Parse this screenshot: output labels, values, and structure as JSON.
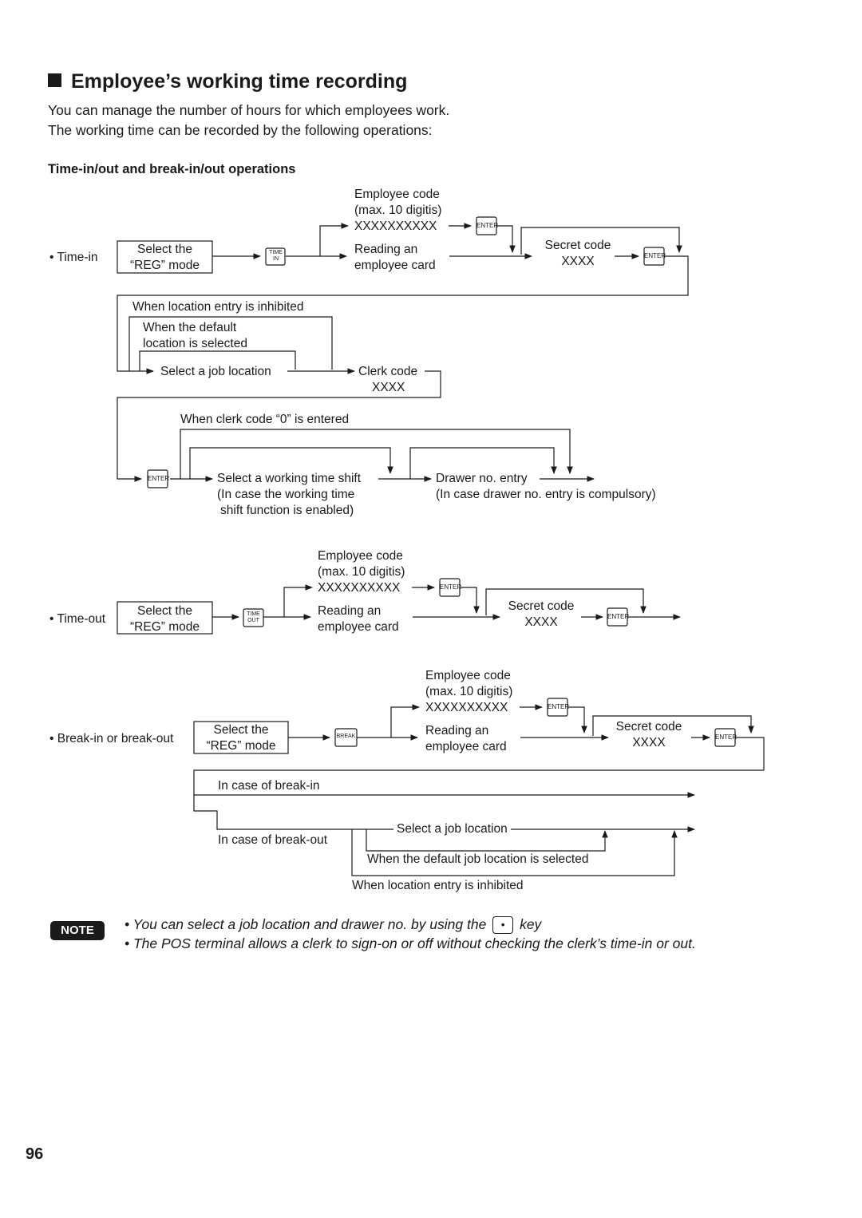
{
  "header": {
    "title": "Employee’s working time recording",
    "intro_1": "You can manage the number of hours for which employees work.",
    "intro_2": "The working time can be recorded by the following operations:",
    "subheading": "Time-in/out and break-in/out operations"
  },
  "time_in": {
    "bullet": "• Time-in",
    "mode_1": "Select the",
    "mode_2": "“REG” mode",
    "key_1": "TIME",
    "key_2": "IN",
    "emp_1": "Employee code",
    "emp_2": "(max. 10 digitis)",
    "emp_3": "XXXXXXXXXX",
    "card_1": "Reading an",
    "card_2": "employee card",
    "secret_1": "Secret code",
    "secret_2": "XXXX",
    "loc_inhibited": "When location entry is inhibited",
    "default_1": "When the default",
    "default_2": "location is selected",
    "select_job": "Select a job location",
    "clerk_1": "Clerk code",
    "clerk_2": "XXXX",
    "clerk_zero": "When clerk code “0” is entered",
    "shift_1": "Select a working time shift",
    "shift_2": "(In case the working time",
    "shift_3": "shift function is enabled)",
    "drawer_1": "Drawer no. entry",
    "drawer_2": "(In case drawer no. entry is compulsory)"
  },
  "time_out": {
    "bullet": "• Time-out",
    "mode_1": "Select the",
    "mode_2": "“REG” mode",
    "key_1": "TIME",
    "key_2": "OUT",
    "emp_1": "Employee code",
    "emp_2": "(max. 10 digitis)",
    "emp_3": "XXXXXXXXXX",
    "card_1": "Reading an",
    "card_2": "employee card",
    "secret_1": "Secret code",
    "secret_2": "XXXX"
  },
  "break": {
    "bullet": "• Break-in or break-out",
    "mode_1": "Select the",
    "mode_2": "“REG” mode",
    "key": "BREAK",
    "emp_1": "Employee code",
    "emp_2": "(max. 10 digitis)",
    "emp_3": "XXXXXXXXXX",
    "card_1": "Reading an",
    "card_2": "employee card",
    "secret_1": "Secret code",
    "secret_2": "XXXX",
    "case_in": "In case of break-in",
    "case_out": "In case of break-out",
    "select_job": "Select a job location",
    "default_job": "When the default job location is selected",
    "loc_inhibited": "When location entry is inhibited"
  },
  "enter_key": "ENTER",
  "notes": {
    "badge": "NOTE",
    "note_1a": "• You can select a job location and drawer no. by using the",
    "note_1_key": "•",
    "note_1b": "key",
    "note_2": "• The POS terminal allows a clerk to sign-on or off without checking the clerk’s time-in or out."
  },
  "page_number": "96"
}
